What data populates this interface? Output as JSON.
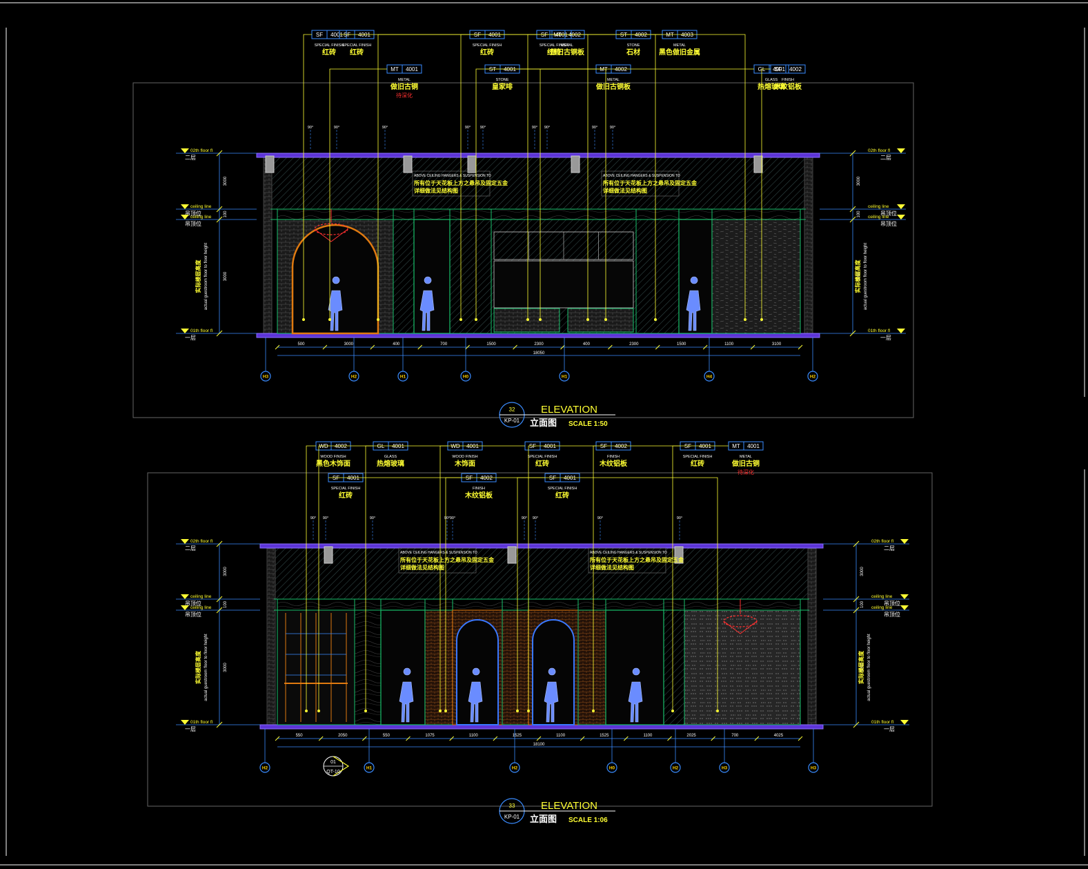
{
  "colors": {
    "background": "#000000",
    "frame": "#ffffff",
    "tag": "#3a8cff",
    "text": "#ffff33",
    "leader": "#ffff33",
    "wall": "#5d34d8",
    "panel": "#17c06b",
    "hatch": "#3a5050",
    "arch": "#e07a10",
    "figure": "#6a8cff",
    "lamp": "#ff3030",
    "red_note": "#ff3030",
    "grid": "#2d6bff",
    "gridtxt": "#ffd000",
    "white": "#ffffff"
  },
  "elevations": [
    {
      "title_en": "ELEVATION",
      "title_cn": "立面图",
      "scale": "SCALE  1:50",
      "number": "32",
      "sheet": "KP-01",
      "tags": [
        {
          "code": "SF",
          "num": "4001",
          "cat": "SPECIAL FINISH",
          "name": "红砖",
          "note": ""
        },
        {
          "code": "MT",
          "num": "4001",
          "cat": "METAL",
          "name": "做旧古铜",
          "note": "待深化"
        },
        {
          "code": "SF",
          "num": "4001",
          "cat": "SPECIAL FINISH",
          "name": "红砖",
          "note": ""
        },
        {
          "code": "SF",
          "num": "4001",
          "cat": "SPECIAL FINISH",
          "name": "红砖",
          "note": ""
        },
        {
          "code": "MT",
          "num": "4002",
          "cat": "METAL",
          "name": "做旧古铜板",
          "note": ""
        },
        {
          "code": "MT",
          "num": "4003",
          "cat": "METAL",
          "name": "黑色做旧金属",
          "note": ""
        },
        {
          "code": "GL",
          "num": "4001",
          "cat": "GLASS",
          "name": "热熔玻璃",
          "note": ""
        },
        {
          "code": "SF",
          "num": "4001",
          "cat": "SPECIAL FINISH",
          "name": "红砖",
          "note": ""
        },
        {
          "code": "ST",
          "num": "4001",
          "cat": "STONE",
          "name": "皇家啡",
          "note": ""
        },
        {
          "code": "MT",
          "num": "4002",
          "cat": "METAL",
          "name": "做旧古铜板",
          "note": ""
        },
        {
          "code": "ST",
          "num": "4002",
          "cat": "STONE",
          "name": "石材",
          "note": ""
        },
        {
          "code": "SF",
          "num": "4002",
          "cat": "FINISH",
          "name": "木纹铝板",
          "note": ""
        }
      ],
      "levels_left": [
        {
          "en": "02th floor fl",
          "cn": "二层"
        },
        {
          "en": "ceiling line",
          "cn": "吊顶位"
        },
        {
          "en": "ceiling line",
          "cn": "吊顶位"
        },
        {
          "en": "01th floor fl",
          "cn": "一层"
        }
      ],
      "levels_right": [
        {
          "en": "02th floor fl",
          "cn": "二层"
        },
        {
          "en": "ceiling line",
          "cn": "吊顶位"
        },
        {
          "en": "ceiling line",
          "cn": "吊顶位"
        },
        {
          "en": "01th floor fl",
          "cn": "一层"
        }
      ],
      "notes": [
        {
          "en": "ABOVE CEILING HANGERS & SUSPENSION TO",
          "cn1": "所有位于天花板上方之悬吊及固定五金",
          "cn2": "详细做法见结构图"
        },
        {
          "en": "ABOVE CEILING HANGERS & SUSPENSION TO",
          "cn1": "所有位于天花板上方之悬吊及固定五金",
          "cn2": "详细做法见结构图"
        }
      ],
      "vertical_dims": [
        "3000",
        "100",
        "3000"
      ],
      "side_note_en": "actual guestroom floor to floor height",
      "side_note_cn": "实际楼层高度",
      "dims": [
        "500",
        "3000",
        "400",
        "700",
        "1500",
        "2300",
        "400",
        "2300",
        "1500",
        "1100",
        "3100"
      ],
      "dim_total": "18050",
      "grid": [
        "H3",
        "H2",
        "H1",
        "H0",
        "H1",
        "H4",
        "H2"
      ],
      "tiny": "90°"
    },
    {
      "title_en": "ELEVATION",
      "title_cn": "立面图",
      "scale": "SCALE  1:06",
      "number": "33",
      "sheet": "KP-01",
      "tags": [
        {
          "code": "WD",
          "num": "4002",
          "cat": "WOOD FINISH",
          "name": "黑色木饰面",
          "note": ""
        },
        {
          "code": "GL",
          "num": "4001",
          "cat": "GLASS",
          "name": "热熔玻璃",
          "note": ""
        },
        {
          "code": "WD",
          "num": "4001",
          "cat": "WOOD FINISH",
          "name": "木饰面",
          "note": ""
        },
        {
          "code": "SF",
          "num": "4001",
          "cat": "SPECIAL FINISH",
          "name": "红砖",
          "note": ""
        },
        {
          "code": "SF",
          "num": "4002",
          "cat": "FINISH",
          "name": "木纹铝板",
          "note": ""
        },
        {
          "code": "SF",
          "num": "4001",
          "cat": "SPECIAL FINISH",
          "name": "红砖",
          "note": ""
        },
        {
          "code": "SF",
          "num": "4002",
          "cat": "FINISH",
          "name": "木纹铝板",
          "note": ""
        },
        {
          "code": "SF",
          "num": "4001",
          "cat": "SPECIAL FINISH",
          "name": "红砖",
          "note": ""
        },
        {
          "code": "MT",
          "num": "4001",
          "cat": "METAL",
          "name": "做旧古铜",
          "note": "待深化"
        },
        {
          "code": "SF",
          "num": "4001",
          "cat": "SPECIAL FINISH",
          "name": "红砖",
          "note": ""
        }
      ],
      "levels_left": [
        {
          "en": "02th floor fl",
          "cn": "二层"
        },
        {
          "en": "ceiling line",
          "cn": "吊顶位"
        },
        {
          "en": "ceiling line",
          "cn": "吊顶位"
        },
        {
          "en": "01th floor fl",
          "cn": "一层"
        }
      ],
      "levels_right": [
        {
          "en": "02th floor fl",
          "cn": "二层"
        },
        {
          "en": "ceiling line",
          "cn": "吊顶位"
        },
        {
          "en": "ceiling line",
          "cn": "吊顶位"
        },
        {
          "en": "01th floor fl",
          "cn": "一层"
        }
      ],
      "notes": [
        {
          "en": "ABOVE CEILING HANGERS & SUSPENSION TO",
          "cn1": "所有位于天花板上方之悬吊及固定五金",
          "cn2": "详细做法见结构图"
        },
        {
          "en": "ABOVE CEILING HANGERS & SUSPENSION TO",
          "cn1": "所有位于天花板上方之悬吊及固定五金",
          "cn2": "详细做法见结构图"
        }
      ],
      "vertical_dims": [
        "3000",
        "100",
        "3000"
      ],
      "side_note_en": "actual guestroom floor to floor height",
      "side_note_cn": "实际楼层高度",
      "dims": [
        "550",
        "2050",
        "550",
        "1075",
        "1100",
        "1525",
        "1100",
        "1525",
        "1100",
        "2025",
        "700",
        "4025"
      ],
      "dim_total": "18100",
      "grid": [
        "H2",
        "H1",
        "H2",
        "H0",
        "H2",
        "H3",
        "H3"
      ],
      "section": {
        "num": "01",
        "sheet": "QT-10"
      },
      "tiny": "90°"
    }
  ]
}
